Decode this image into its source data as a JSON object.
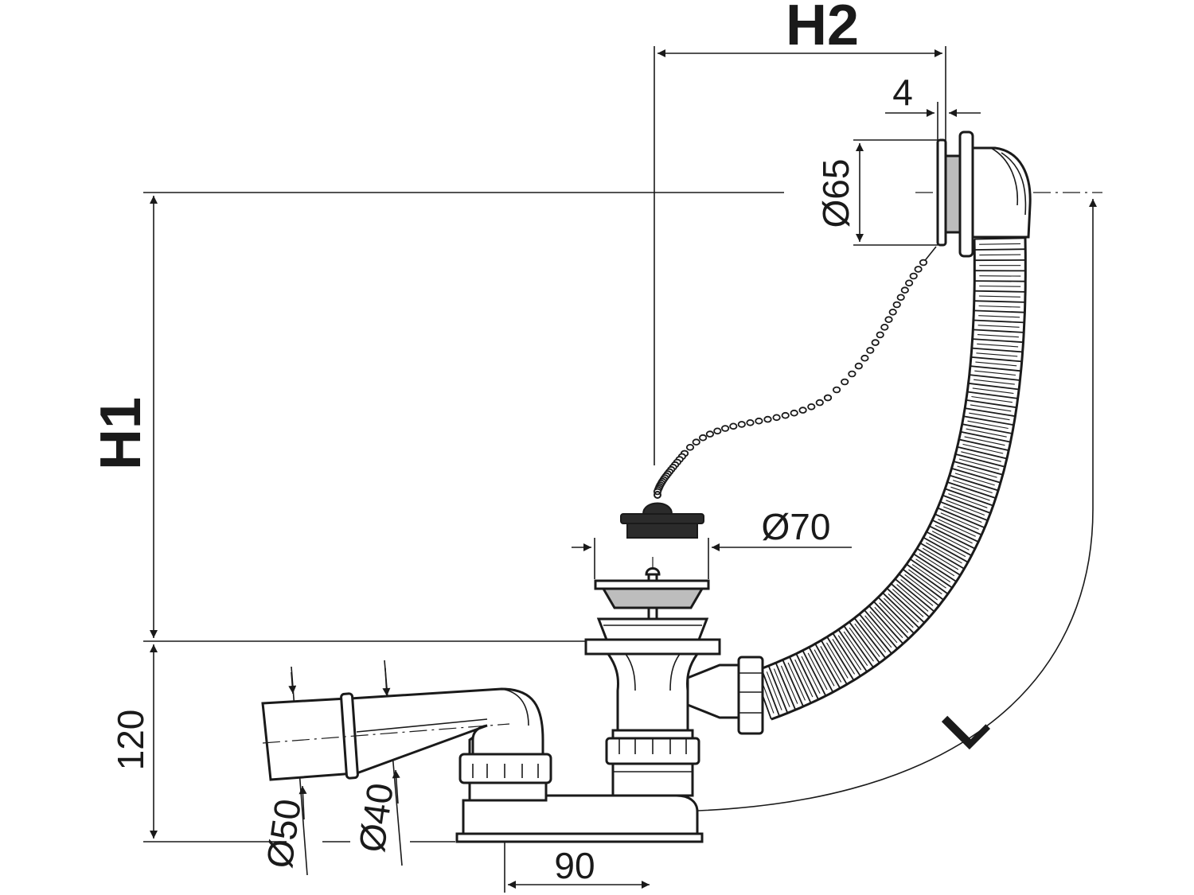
{
  "labels": {
    "h1": "H1",
    "h2": "H2",
    "l": "L",
    "d120": "120",
    "d90": "90",
    "d4": "4",
    "d65": "Ø65",
    "d70": "Ø70",
    "d50": "Ø50",
    "d40": "Ø40"
  },
  "colors": {
    "line": "#1a1a1a",
    "metal": "#bdbdbd",
    "white": "#ffffff",
    "plug": "#2b2b2b"
  }
}
